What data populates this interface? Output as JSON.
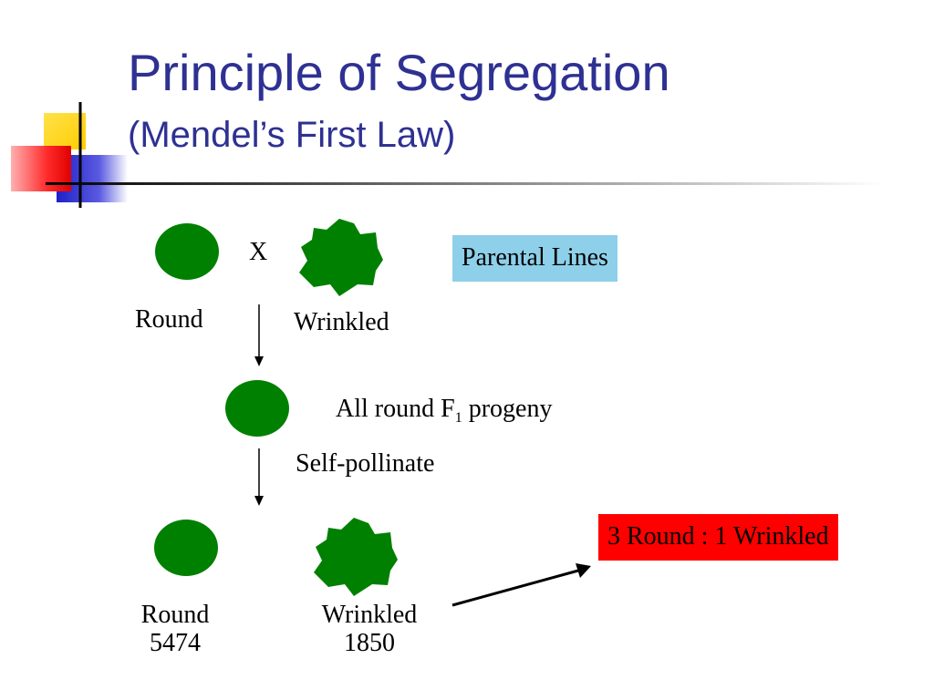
{
  "slide": {
    "title": "Principle of Segregation",
    "subtitle": "(Mendel’s First Law)"
  },
  "colors": {
    "title": "#2e3192",
    "seed_green": "#008000",
    "parental_box": "#8ed0ea",
    "ratio_box": "#ff0000",
    "deco_yellow": "#ffd700",
    "deco_red": "#ff2b2b",
    "deco_blue": "#2828cc"
  },
  "parental": {
    "cross_symbol": "X",
    "round_label": "Round",
    "wrinkled_label": "Wrinkled",
    "box_label": "Parental Lines"
  },
  "f1": {
    "text_before_sub": "All round F",
    "subscript": "1",
    "text_after_sub": " progeny",
    "self_pollinate_label": "Self-pollinate"
  },
  "f2": {
    "round_label": "Round",
    "round_count": "5474",
    "wrinkled_label": "Wrinkled",
    "wrinkled_count": "1850",
    "ratio_label": "3 Round : 1 Wrinkled"
  }
}
